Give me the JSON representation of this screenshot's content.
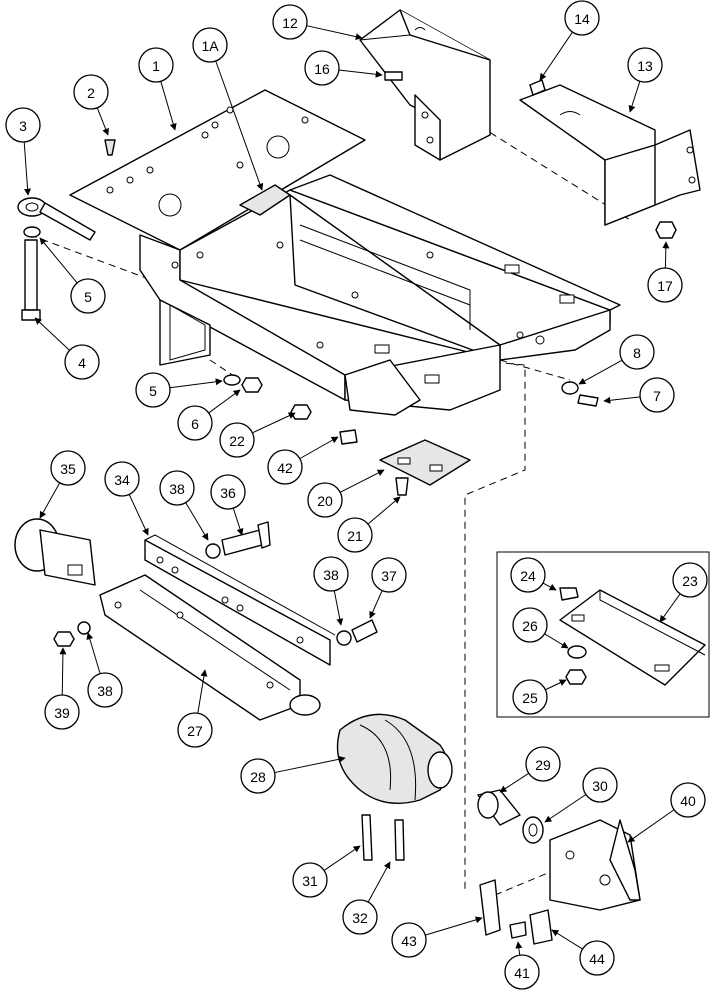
{
  "callouts": [
    "1",
    "1A",
    "2",
    "3",
    "4",
    "5",
    "5",
    "6",
    "7",
    "8",
    "12",
    "13",
    "14",
    "16",
    "17",
    "20",
    "21",
    "22",
    "23",
    "24",
    "25",
    "26",
    "27",
    "28",
    "29",
    "30",
    "31",
    "32",
    "34",
    "35",
    "36",
    "37",
    "38",
    "38",
    "38",
    "39",
    "40",
    "41",
    "42",
    "43",
    "44"
  ],
  "colors": {
    "ink": "#000000",
    "paper": "#ffffff",
    "shade": "#e6e6e6"
  }
}
